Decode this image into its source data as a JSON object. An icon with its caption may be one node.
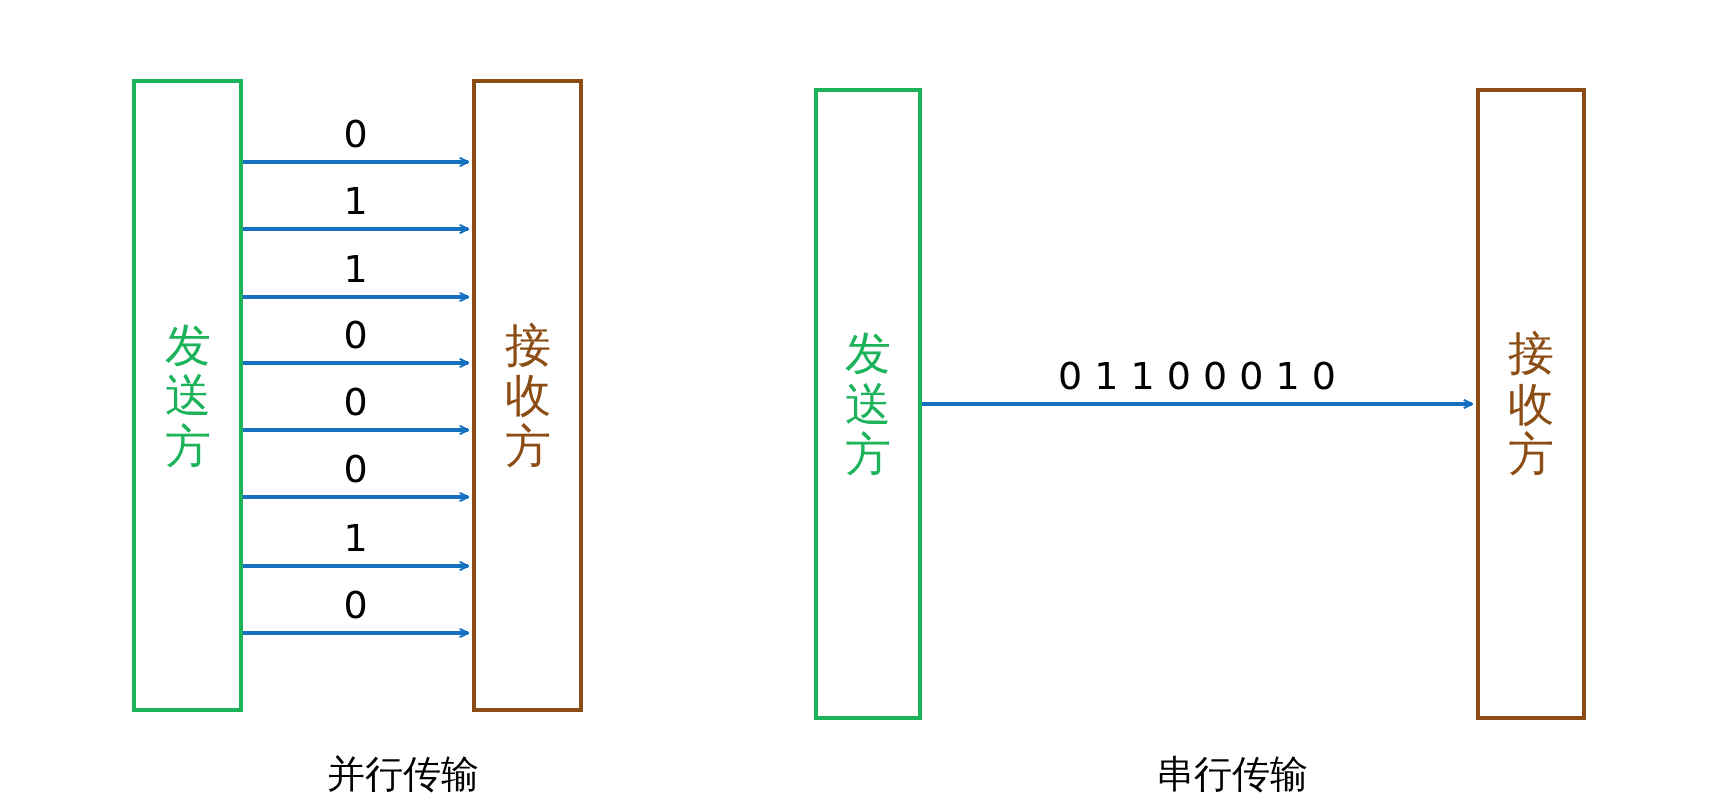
{
  "diagram": {
    "nodes": [
      {
        "text": [
          "发送方"
        ]
      },
      {
        "text": [
          "接收方"
        ]
      },
      {
        "text": [
          "发送方"
        ]
      },
      {
        "text": [
          "接收方"
        ]
      }
    ],
    "edges": [
      {
        "from": 0,
        "to": 1,
        "arrow": "to",
        "label": "0"
      },
      {
        "from": 0,
        "to": 1,
        "arrow": "to",
        "label": "1"
      },
      {
        "from": 0,
        "to": 1,
        "arrow": "to",
        "label": "1"
      },
      {
        "from": 0,
        "to": 1,
        "arrow": "to",
        "label": "0"
      },
      {
        "from": 0,
        "to": 1,
        "arrow": "to",
        "label": "0"
      },
      {
        "from": 0,
        "to": 1,
        "arrow": "to",
        "label": "0"
      },
      {
        "from": 0,
        "to": 1,
        "arrow": "to",
        "label": "1"
      },
      {
        "from": 0,
        "to": 1,
        "arrow": "to",
        "label": "0"
      },
      {
        "from": 2,
        "to": 3,
        "arrow": "to",
        "label": "0 1 1 0 0 0 1 0"
      }
    ],
    "labels": [
      "并行传输",
      "串行传输"
    ]
  }
}
